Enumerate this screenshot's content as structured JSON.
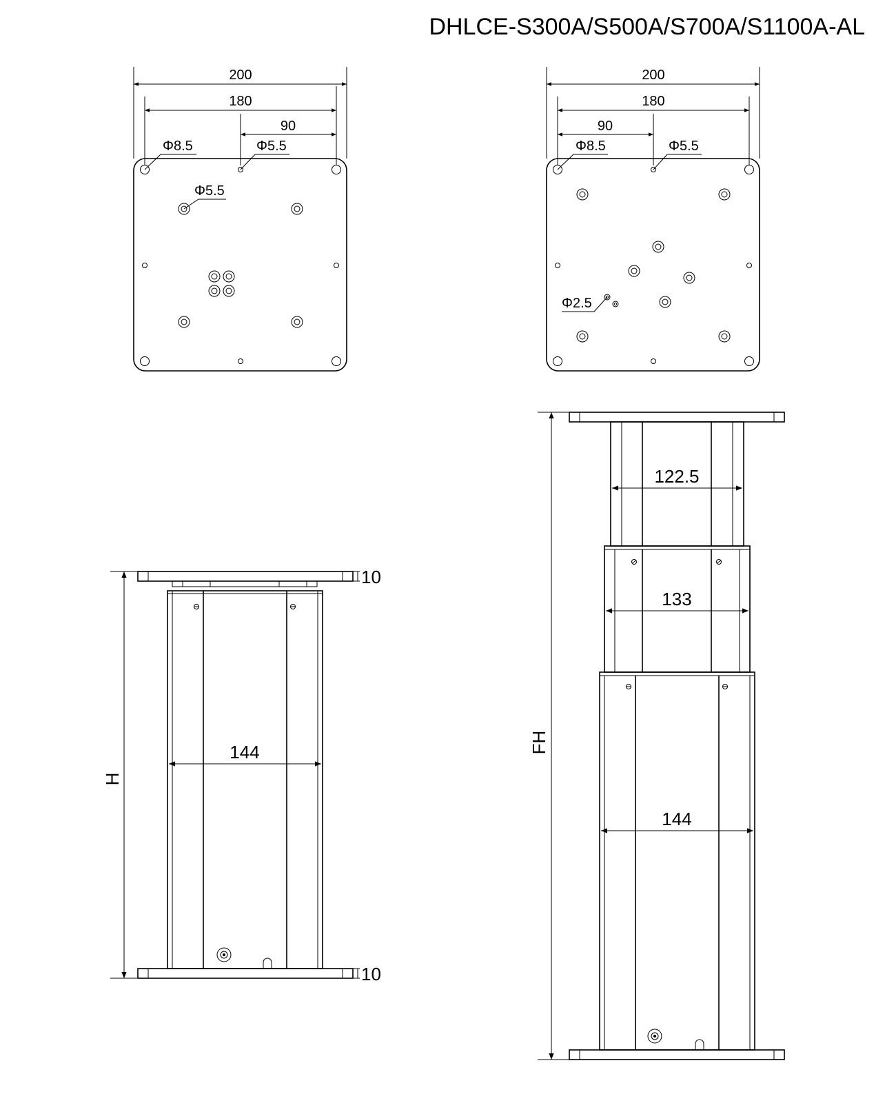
{
  "title": "DHLCE-S300A/S500A/S700A/S1100A-AL",
  "top_left_view": {
    "dims": {
      "w200": "200",
      "w180": "180",
      "w90": "90"
    },
    "callouts": {
      "hole_corner": "Φ8.5",
      "hole_top": "Φ5.5",
      "hole_inner": "Φ5.5"
    }
  },
  "top_right_view": {
    "dims": {
      "w200": "200",
      "w180": "180",
      "w90": "90"
    },
    "callouts": {
      "hole_corner": "Φ8.5",
      "hole_top": "Φ5.5",
      "hole_small": "Φ2.5"
    }
  },
  "front_left_view": {
    "width": "144",
    "plate_top": "10",
    "plate_bottom": "10",
    "height_label": "H"
  },
  "front_right_view": {
    "width_top": "122.5",
    "width_mid": "133",
    "width_bottom": "144",
    "height_label": "FH"
  }
}
